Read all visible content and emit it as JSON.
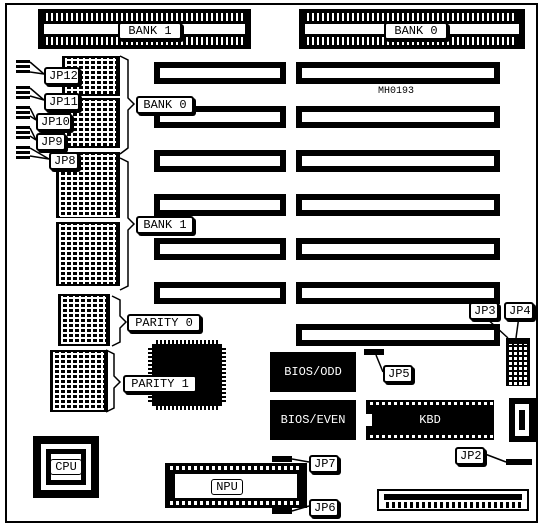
{
  "diagram": {
    "reference_code": "MH0193",
    "labels": {
      "bank1_top": "BANK 1",
      "bank0_top": "BANK 0",
      "bank0_left": "BANK 0",
      "bank1_left": "BANK 1",
      "parity0": "PARITY 0",
      "parity1": "PARITY 1",
      "jp12": "JP12",
      "jp11": "JP11",
      "jp10": "JP10",
      "jp9": "JP9",
      "jp8": "JP8",
      "jp3": "JP3",
      "jp4": "JP4",
      "jp5": "JP5",
      "jp2": "JP2",
      "jp7": "JP7",
      "jp6": "JP6"
    },
    "chips": {
      "bios_odd": "BIOS/ODD",
      "bios_even": "BIOS/EVEN",
      "kbd": "KBD",
      "cpu": "CPU",
      "npu": "NPU"
    },
    "colors": {
      "ink": "#000000",
      "paper": "#ffffff"
    }
  }
}
